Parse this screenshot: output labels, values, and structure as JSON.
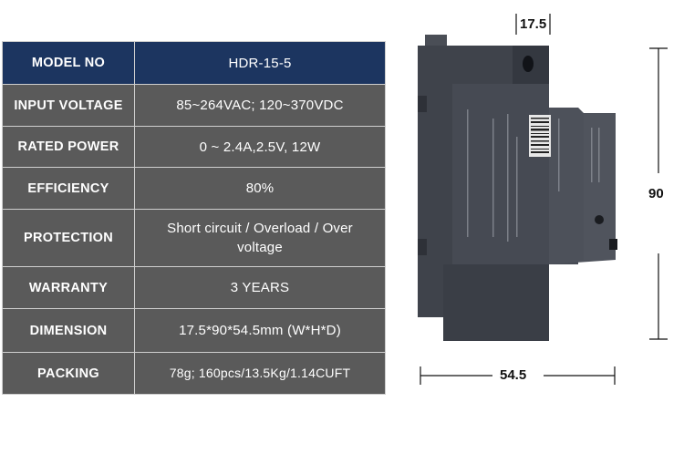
{
  "specs": [
    {
      "label": "MODEL NO",
      "value": "HDR-15-5"
    },
    {
      "label": "INPUT VOLTAGE",
      "value": "85~264VAC; 120~370VDC"
    },
    {
      "label": "RATED POWER",
      "value": "0 ~ 2.4A,2.5V, 12W"
    },
    {
      "label": "EFFICIENCY",
      "value": "80%"
    },
    {
      "label": "PROTECTION",
      "value": "Short circuit / Overload / Over voltage"
    },
    {
      "label": "WARRANTY",
      "value": "3 YEARS"
    },
    {
      "label": "DIMENSION",
      "value": "17.5*90*54.5mm (W*H*D)"
    },
    {
      "label": "PACKING",
      "value": "78g; 160pcs/13.5Kg/1.14CUFT"
    }
  ],
  "dimensions": {
    "width": "17.5",
    "height": "90",
    "depth": "54.5"
  },
  "colors": {
    "header": "#1c3560",
    "row": "#5a5a5a",
    "device": "#3c4048"
  }
}
